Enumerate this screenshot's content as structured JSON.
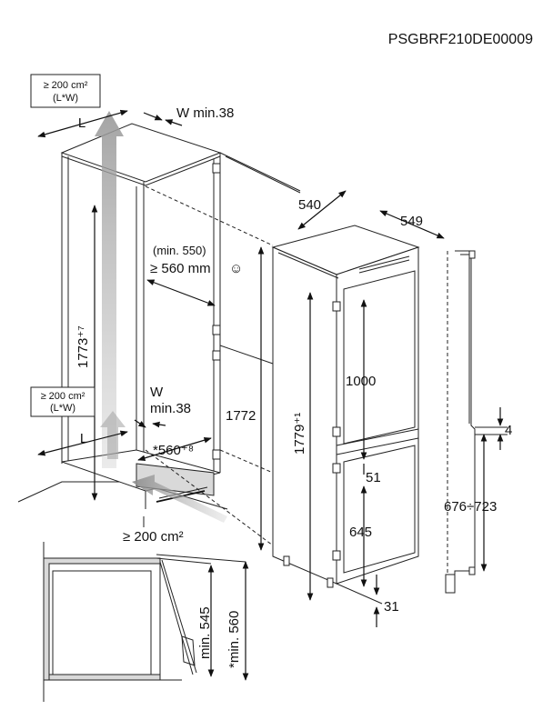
{
  "model_code": "PSGBRF210DE00009",
  "vent_top": {
    "area": "≥ 200 cm²",
    "dims": "(L*W)"
  },
  "vent_mid": {
    "area": "≥ 200 cm²",
    "dims": "(L*W)"
  },
  "vent_bottom": "≥ 200 cm²",
  "label_L_top": "L",
  "label_L_bottom": "L",
  "w_min_top": "W min.38",
  "w_mid_w": "W",
  "w_mid_min": "min.38",
  "niche_height": "1773⁺⁷",
  "niche_width": "*560⁺⁸",
  "depth_min": "(min. 550)",
  "depth_rec": "≥ 560 mm",
  "smiley": "☺",
  "appliance_height": "1772",
  "door_height": "1779⁺¹",
  "width_540": "540",
  "depth_549": "549",
  "upper_door": "1000",
  "gap_51": "51",
  "lower_door": "645",
  "bottom_31": "31",
  "gap_4": "4",
  "rail_range": "676÷723",
  "detail_min_545": "min. 545",
  "detail_min_560": "*min. 560"
}
